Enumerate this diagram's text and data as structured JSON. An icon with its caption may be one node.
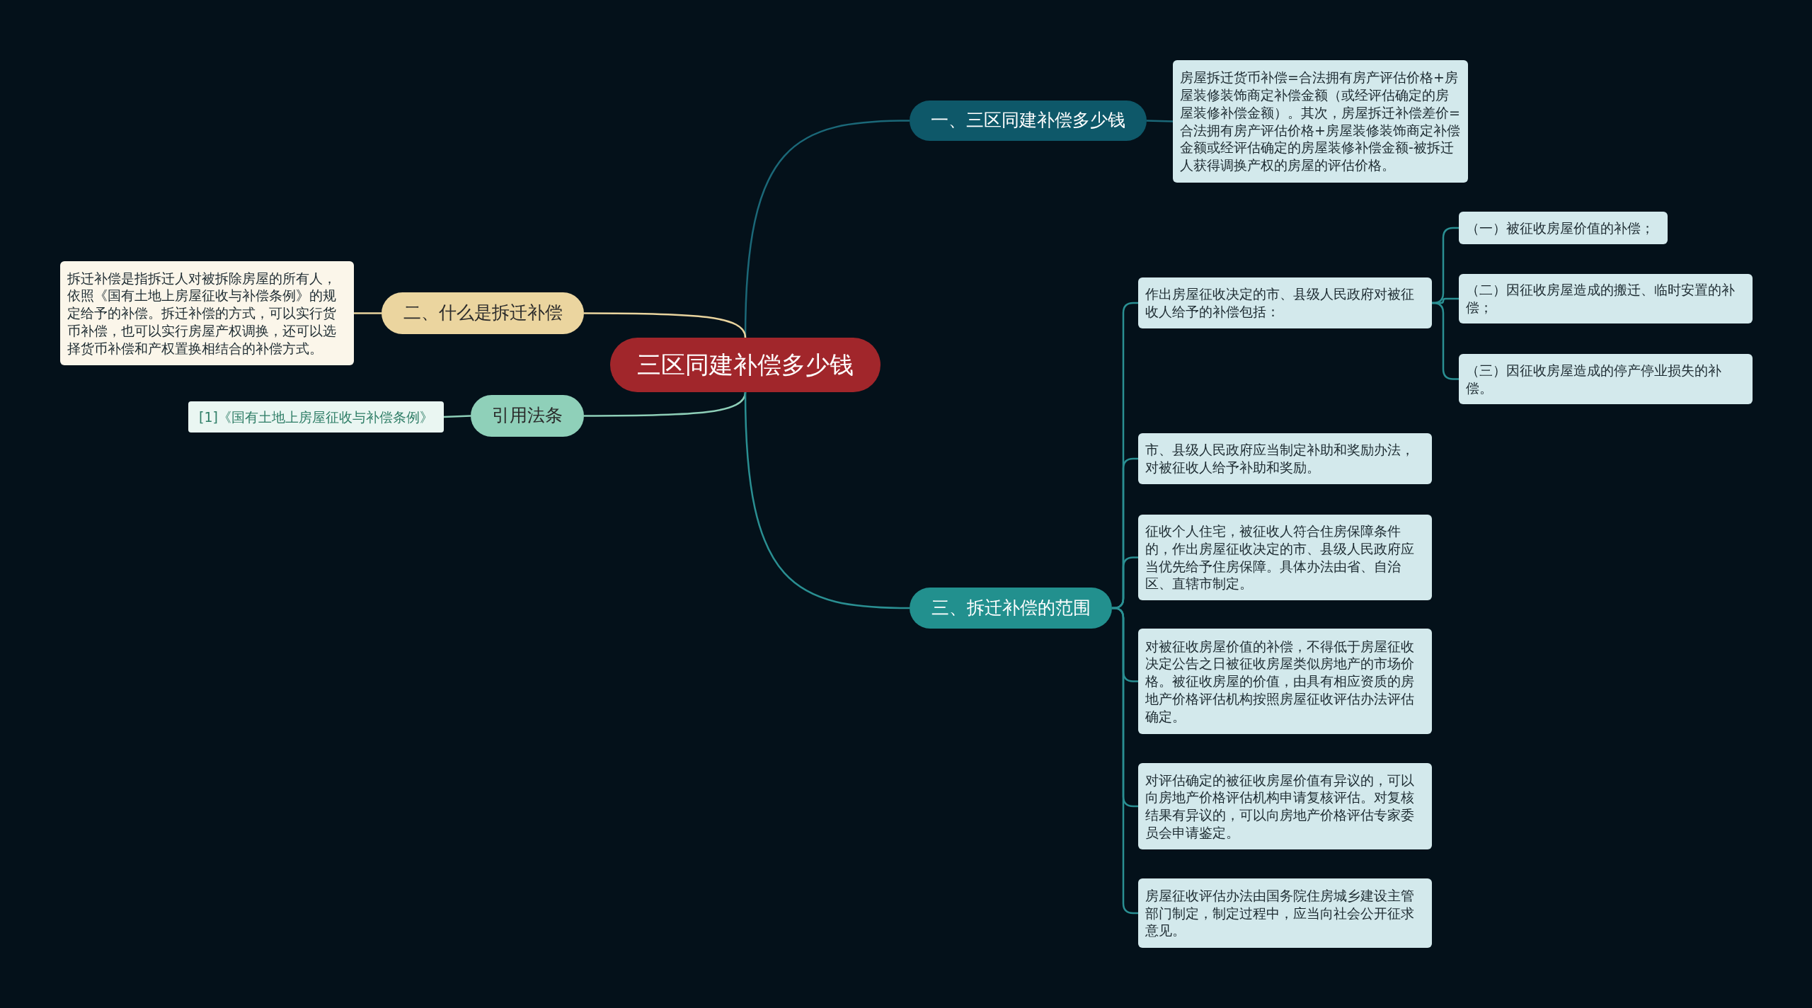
{
  "diagram": {
    "nodes": [
      {
        "text": [
          "三区同建补偿多少钱"
        ]
      },
      {
        "text": [
          "一、三区同建补偿多少钱"
        ]
      },
      {
        "text": [
          "房屋拆迁货币补偿=合法拥有房产评估价格+房屋装修装饰商定补偿金额（或经评估确定的房屋装修补偿金额）。其次，房屋拆迁补偿差价=合法拥有房产评估价格+房屋装修装饰商定补偿金额或经评估确定的房屋装修补偿金额-被拆迁人获得调换产权的房屋的评估价格。"
        ]
      },
      {
        "text": [
          "二、什么是拆迁补偿"
        ]
      },
      {
        "text": [
          "拆迁补偿是指拆迁人对被拆除房屋的所有人，依照《国有土地上房屋征收与补偿条例》的规定给予的补偿。拆迁补偿的方式，可以实行货币补偿，也可以实行房屋产权调换，还可以选择货币补偿和产权置换相结合的补偿方式。"
        ]
      },
      {
        "text": [
          "引用法条"
        ]
      },
      {
        "text": [
          "[1]《国有土地上房屋征收与补偿条例》"
        ]
      },
      {
        "text": [
          "三、拆迁补偿的范围"
        ]
      },
      {
        "text": [
          "作出房屋征收决定的市、县级人民政府对被征收人给予的补偿包括："
        ]
      },
      {
        "text": [
          "（一）被征收房屋价值的补偿；"
        ]
      },
      {
        "text": [
          "（二）因征收房屋造成的搬迁、临时安置的补偿；"
        ]
      },
      {
        "text": [
          "（三）因征收房屋造成的停产停业损失的补偿。"
        ]
      },
      {
        "text": [
          "市、县级人民政府应当制定补助和奖励办法，对被征收人给予补助和奖励。"
        ]
      },
      {
        "text": [
          "征收个人住宅，被征收人符合住房保障条件的，作出房屋征收决定的市、县级人民政府应当优先给予住房保障。具体办法由省、自治区、直辖市制定。"
        ]
      },
      {
        "text": [
          "对被征收房屋价值的补偿，不得低于房屋征收决定公告之日被征收房屋类似房地产的市场价格。被征收房屋的价值，由具有相应资质的房地产价格评估机构按照房屋征收评估办法评估确定。"
        ]
      },
      {
        "text": [
          "对评估确定的被征收房屋价值有异议的，可以向房地产价格评估机构申请复核评估。对复核结果有异议的，可以向房地产价格评估专家委员会申请鉴定。"
        ]
      },
      {
        "text": [
          "房屋征收评估办法由国务院住房城乡建设主管部门制定，制定过程中，应当向社会公开征求意见。"
        ]
      }
    ],
    "edges": [
      {
        "from": 0,
        "to": 1,
        "arrow": "none",
        "color": "#1b6878"
      },
      {
        "from": 1,
        "to": 2,
        "arrow": "none",
        "color": "#1b6878"
      },
      {
        "from": 0,
        "to": 3,
        "arrow": "none",
        "color": "#e9d49e"
      },
      {
        "from": 3,
        "to": 4,
        "arrow": "none",
        "color": "#e9d49e"
      },
      {
        "from": 0,
        "to": 5,
        "arrow": "none",
        "color": "#8ecfb8"
      },
      {
        "from": 5,
        "to": 6,
        "arrow": "none",
        "color": "#8ecfb8"
      },
      {
        "from": 0,
        "to": 7,
        "arrow": "none"
      },
      {
        "from": 7,
        "to": 8,
        "arrow": "none"
      },
      {
        "from": 8,
        "to": 9,
        "arrow": "none"
      },
      {
        "from": 8,
        "to": 10,
        "arrow": "none"
      },
      {
        "from": 8,
        "to": 11,
        "arrow": "none"
      },
      {
        "from": 7,
        "to": 12,
        "arrow": "none"
      },
      {
        "from": 7,
        "to": 13,
        "arrow": "none"
      },
      {
        "from": 7,
        "to": 14,
        "arrow": "none"
      },
      {
        "from": 7,
        "to": 15,
        "arrow": "none"
      },
      {
        "from": 7,
        "to": 16,
        "arrow": "none"
      }
    ]
  }
}
